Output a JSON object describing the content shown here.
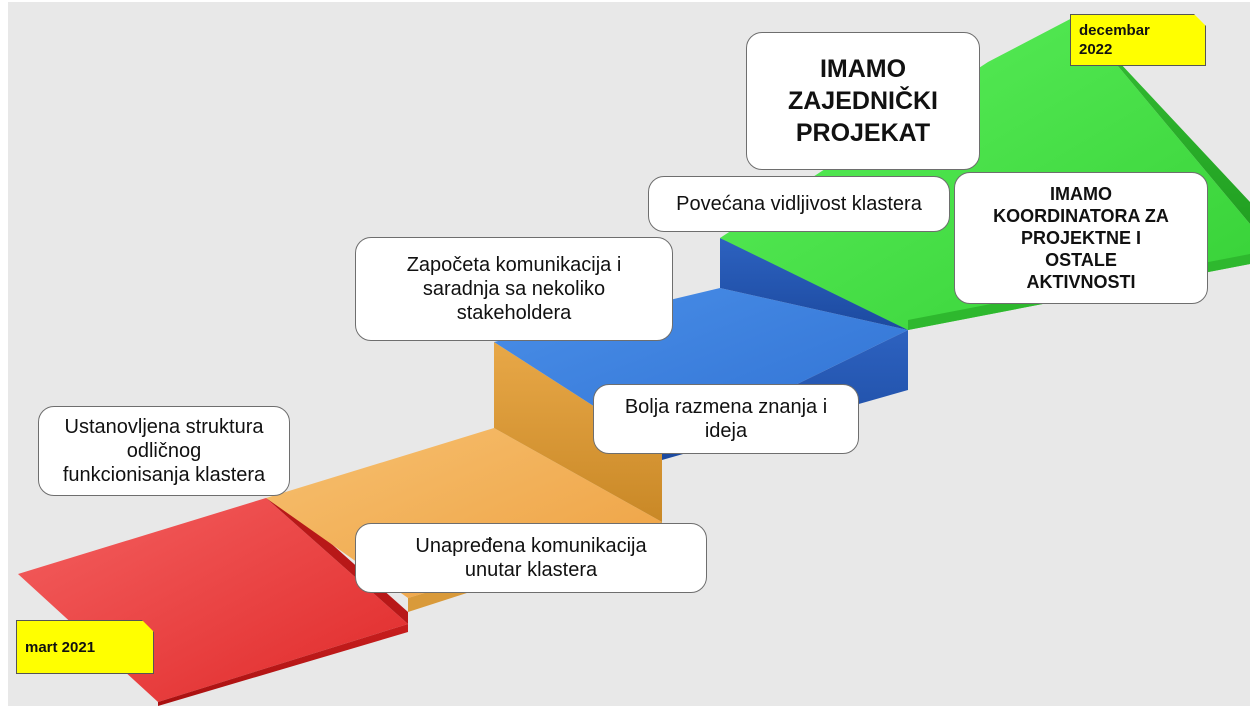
{
  "start_date": "mart 2021",
  "end_date": "decembar\n2022",
  "steps": [
    {
      "title": "Ustanovljena struktura\nodličnog\nfunkcionisanja klastera"
    },
    {
      "title": "Unapređena komunikacija\nunutar klastera"
    },
    {
      "title": "Započeta komunikacija i\nsaradnja sa nekoliko\nstakeholdera"
    },
    {
      "title": "Bolja razmena znanja i\nideja"
    },
    {
      "title": "Povećana vidljivost klastera"
    },
    {
      "title": "IMAMO\nKOORDINATORA ZA\nPROJEKTNE I\nOSTALE\nAKTIVNOSTI"
    },
    {
      "title": "IMAMO\nZAJEDNIČKI\nPROJEKAT"
    }
  ],
  "colors": {
    "red": "#e83a3a",
    "orange": "#f0a040",
    "blue": "#3c7fdc",
    "green": "#44dd44",
    "note": "#ffff00"
  }
}
